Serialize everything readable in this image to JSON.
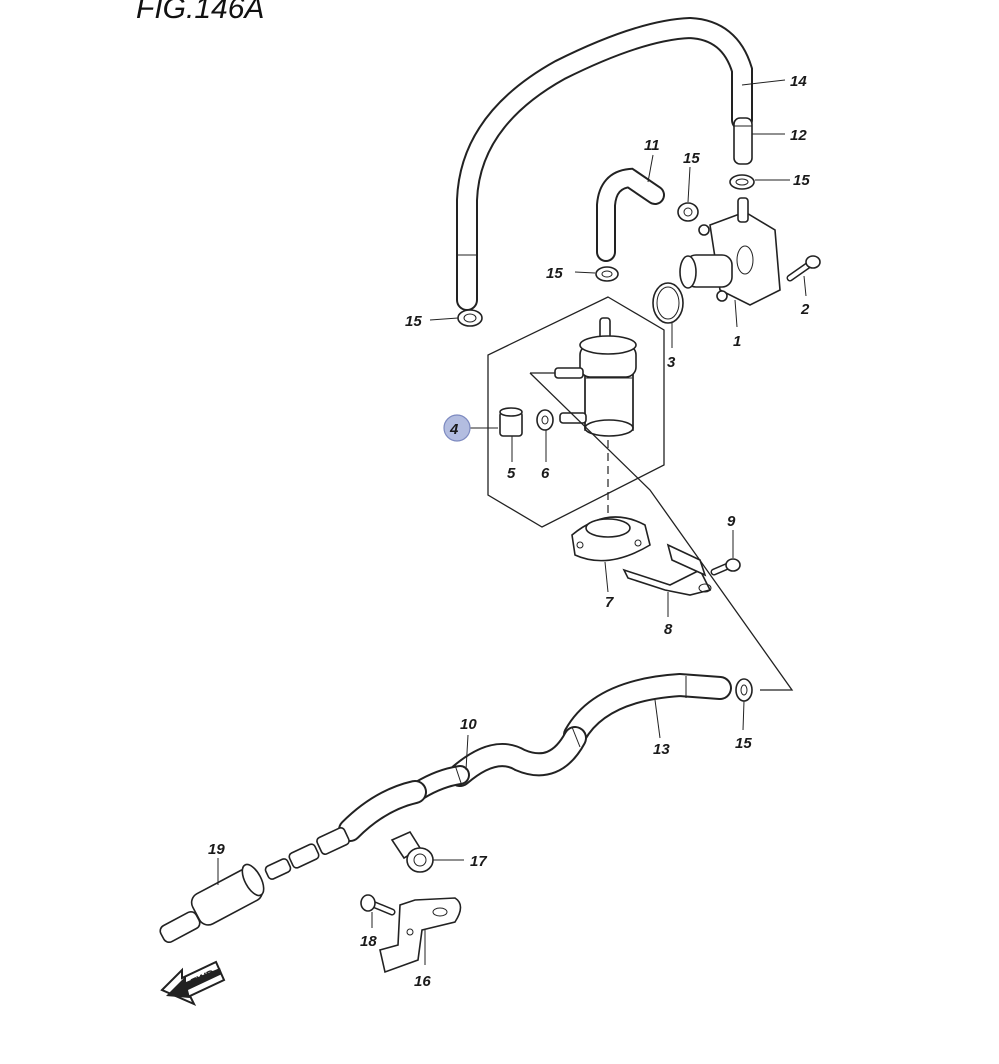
{
  "title": "FIG.146A",
  "fwd_label": "FWD",
  "highlight_color": "#b3bde0",
  "callouts": {
    "c1": "1",
    "c2": "2",
    "c3": "3",
    "c4": "4",
    "c5": "5",
    "c6": "6",
    "c7": "7",
    "c8": "8",
    "c9": "9",
    "c10": "10",
    "c11": "11",
    "c12": "12",
    "c13": "13",
    "c14": "14",
    "c15a": "15",
    "c15b": "15",
    "c15c": "15",
    "c15d": "15",
    "c15e": "15",
    "c16": "16",
    "c17": "17",
    "c18": "18",
    "c19": "19"
  }
}
